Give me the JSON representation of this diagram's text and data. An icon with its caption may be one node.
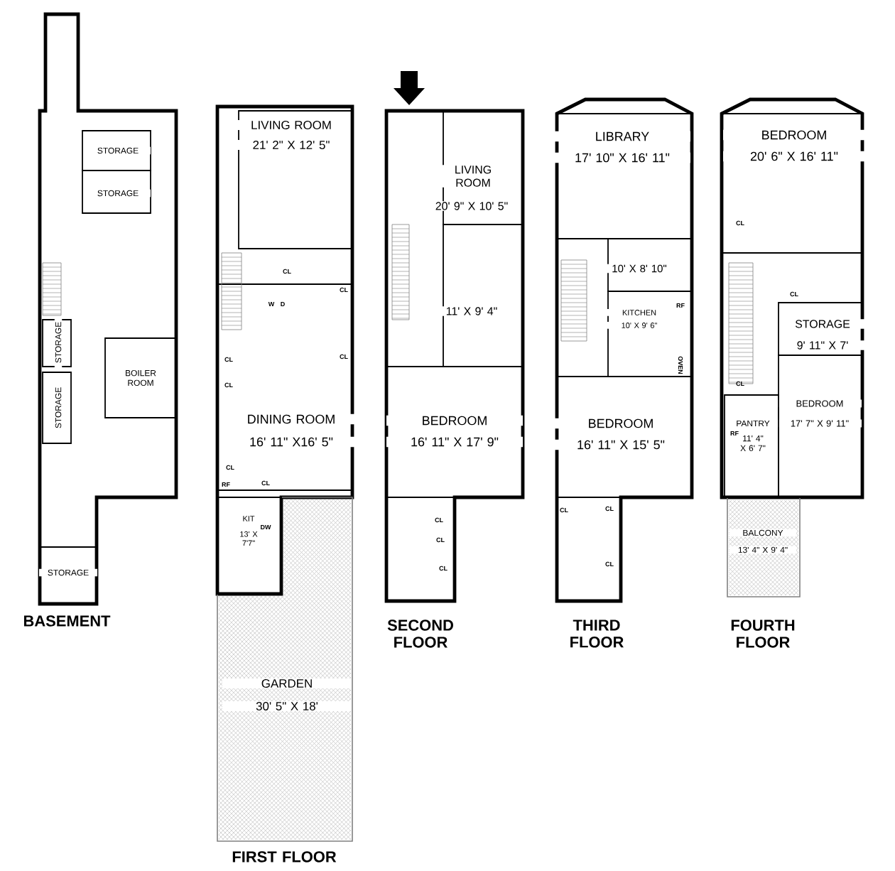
{
  "diagram": {
    "nodes": [
      {
        "text": [
          "BASEMENT"
        ]
      },
      {
        "text": [
          "STORAGE"
        ],
        "in": 0
      },
      {
        "text": [
          "STORAGE"
        ],
        "in": 0
      },
      {
        "text": [
          "STORAGE"
        ],
        "in": 0
      },
      {
        "text": [
          "STORAGE"
        ],
        "in": 0
      },
      {
        "text": [
          "BOILER ROOM"
        ],
        "in": 0
      },
      {
        "text": [
          "STORAGE"
        ],
        "in": 0
      },
      {
        "text": [
          "FIRST FLOOR"
        ]
      },
      {
        "text": [
          "LIVING ROOM",
          "21' 2\" X 12' 5\""
        ],
        "in": 7
      },
      {
        "text": [
          "DINING ROOM",
          "16' 11\" X16' 5\""
        ],
        "in": 7
      },
      {
        "text": [
          "KIT",
          "13' X 7'7\""
        ],
        "in": 7
      },
      {
        "text": [
          "GARDEN",
          "30' 5\" X 18'"
        ]
      },
      {
        "text": [
          "SECOND FLOOR"
        ]
      },
      {
        "text": [
          "LIVING ROOM",
          "20' 9\" X 10' 5\""
        ],
        "in": 12
      },
      {
        "text": [
          "11' X 9' 4\""
        ],
        "in": 12
      },
      {
        "text": [
          "BEDROOM",
          "16' 11\" X 17' 9\""
        ],
        "in": 12
      },
      {
        "text": [
          "THIRD FLOOR"
        ]
      },
      {
        "text": [
          "LIBRARY",
          "17' 10\" X 16' 11\""
        ],
        "in": 16
      },
      {
        "text": [
          "10' X 8' 10\""
        ],
        "in": 16
      },
      {
        "text": [
          "KITCHEN",
          "10' X 9' 6\""
        ],
        "in": 16
      },
      {
        "text": [
          "BEDROOM",
          "16' 11\" X 15' 5\""
        ],
        "in": 16
      },
      {
        "text": [
          "FOURTH FLOOR"
        ]
      },
      {
        "text": [
          "BEDROOM",
          "20' 6\" X 16' 11\""
        ],
        "in": 21
      },
      {
        "text": [
          "STORAGE",
          "9' 11\" X 7'"
        ],
        "in": 21
      },
      {
        "text": [
          "BEDROOM",
          "17' 7\" X 9' 11\""
        ],
        "in": 21
      },
      {
        "text": [
          "PANTRY",
          "11' 4\" X 6' 7\""
        ],
        "in": 21
      },
      {
        "text": [
          "BALCONY",
          "13' 4\" X 9' 4\""
        ]
      }
    ],
    "labels": [
      "CL",
      "W",
      "D",
      "CL",
      "CL",
      "CL",
      "CL",
      "CL",
      "RF",
      "CL",
      "DW",
      "CL",
      "CL",
      "CL",
      "RF",
      "OVEN",
      "CL",
      "CL",
      "CL",
      "CL",
      "CL",
      "CL",
      "RF"
    ]
  }
}
